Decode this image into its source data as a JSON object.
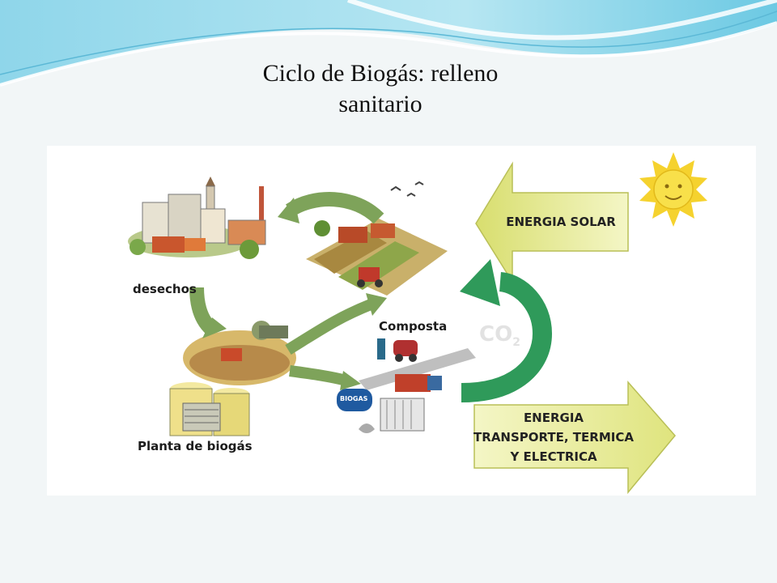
{
  "slide": {
    "title_line1": "Ciclo de Biogás: relleno",
    "title_line2": "sanitario"
  },
  "diagram": {
    "labels": {
      "desechos": "desechos",
      "planta": "Planta de biogás",
      "composta": "Composta",
      "co2": "CO",
      "co2_sub": "2",
      "tank_label": "BIOGAS"
    },
    "solar_arrow": {
      "text": "ENERGIA SOLAR"
    },
    "energy_arrow": {
      "line1": "ENERGIA",
      "line2": "TRANSPORTE, TERMICA",
      "line3": "Y ELECTRICA"
    }
  },
  "colors": {
    "arrow_green": "#7ea35a",
    "co2_arrow": "#2f9a5a",
    "arrow_yellow": "#e8ec9a",
    "sun": "#f5d22e",
    "header_wave": "#8fd3e8"
  }
}
